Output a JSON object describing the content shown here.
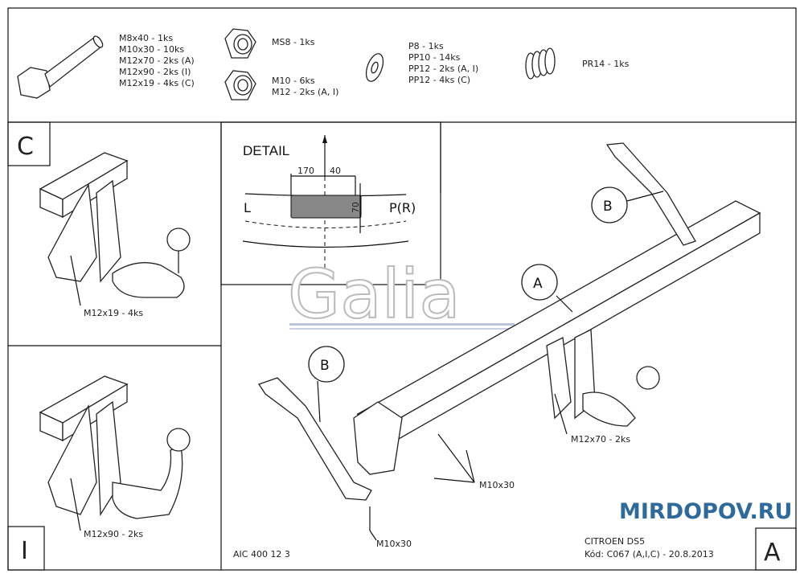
{
  "parts": {
    "bolts": [
      "M8x40 - 1ks",
      "M10x30 - 10ks",
      "M12x70 - 2ks (A)",
      "M12x90 - 2ks (I)",
      "M12x19 - 4ks (C)"
    ],
    "lock_nut": [
      "MS8 - 1ks"
    ],
    "nuts": [
      "M10 - 6ks",
      "M12 - 2ks (A, I)"
    ],
    "washers": [
      "P8 - 1ks",
      "PP10 - 14ks",
      "PP12 - 2ks (A, I)",
      "PP12 - 4ks (C)"
    ],
    "spring": [
      "PR14 - 1ks"
    ]
  },
  "variants": {
    "c": "C",
    "i": "I",
    "a": "A"
  },
  "detail": {
    "title": "DETAIL",
    "dim_width": "170",
    "dim_offset": "40",
    "dim_height": "70",
    "left": "L",
    "right": "P(R)"
  },
  "labels": {
    "c_bolts": "M12x19 - 4ks",
    "i_bolts": "M12x90 - 2ks",
    "a_bolts": "M12x70 - 2ks",
    "m10_a": "M10x30",
    "m10_b": "M10x30",
    "part_a": "A",
    "part_b1": "B",
    "part_b2": "B"
  },
  "logo": "Galia",
  "footer": {
    "code_left": "AIC 400 12 3",
    "vehicle": "CITROEN DS5",
    "kod": "Kód: C067 (A,I,C) - 20.8.2013",
    "watermark": "MIRDOPOV.RU"
  }
}
